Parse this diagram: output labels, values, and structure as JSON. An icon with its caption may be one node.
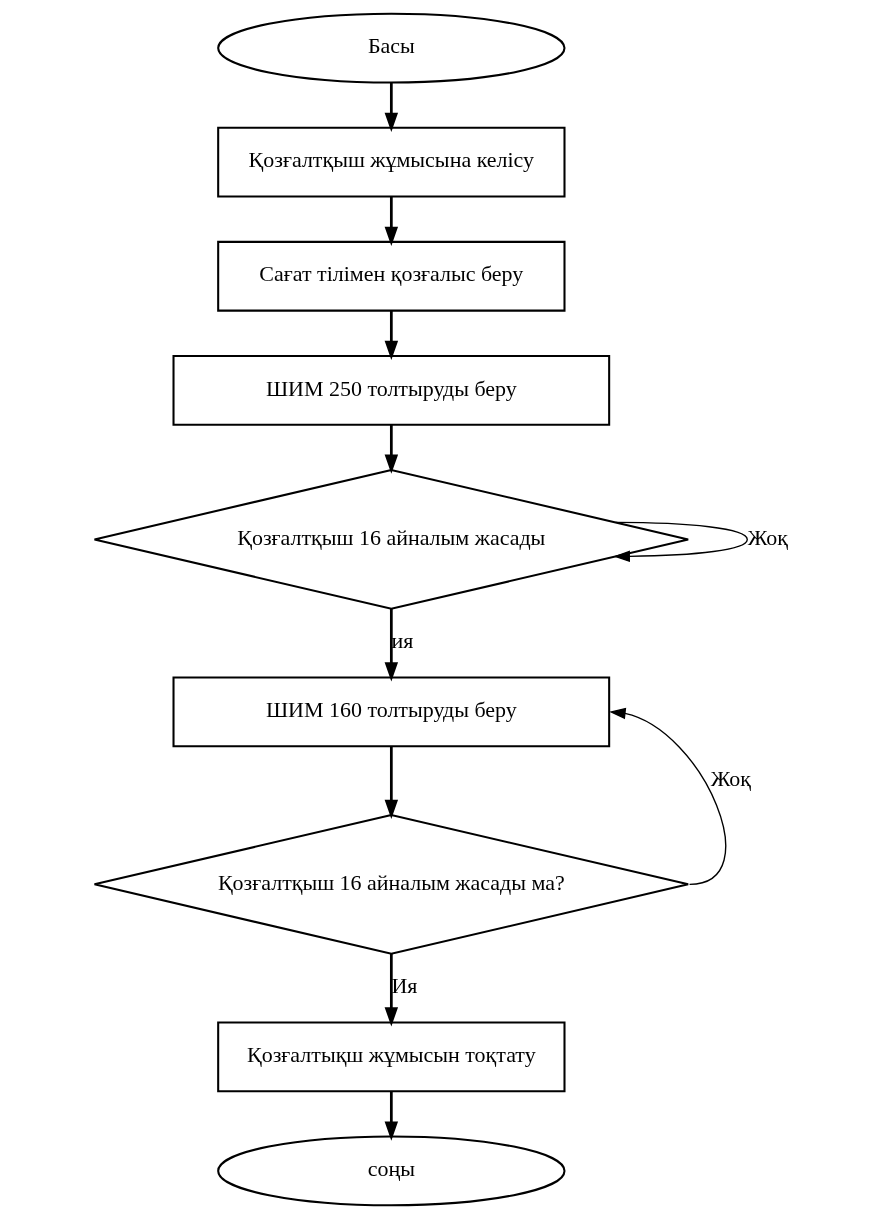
{
  "diagram": {
    "nodes": [
      {
        "text": [
          "Басы"
        ]
      },
      {
        "text": [
          "Қозғалтқыш жұмысына келісу"
        ]
      },
      {
        "text": [
          "Сағат тілімен қозғалыс беру"
        ]
      },
      {
        "text": [
          "ШИМ 250 толтыруды беру"
        ]
      },
      {
        "text": [
          "Қозғалтқыш 16 айналым жасады"
        ]
      },
      {
        "text": [
          "ШИМ 160 толтыруды беру"
        ]
      },
      {
        "text": [
          "Қозғалтқыш 16 айналым жасады ма?"
        ]
      },
      {
        "text": [
          "Қозғалтықш жұмысын тоқтату"
        ]
      },
      {
        "text": [
          "соңы"
        ]
      }
    ],
    "edges": [
      {
        "from": 0,
        "to": 1,
        "arrow": "to"
      },
      {
        "from": 1,
        "to": 2,
        "arrow": "to"
      },
      {
        "from": 2,
        "to": 3,
        "arrow": "to"
      },
      {
        "from": 3,
        "to": 4,
        "arrow": "to"
      },
      {
        "from": 4,
        "to": 4,
        "arrow": "to",
        "label": "Жоқ"
      },
      {
        "from": 4,
        "to": 5,
        "arrow": "to",
        "label": "ия"
      },
      {
        "from": 5,
        "to": 6,
        "arrow": "to"
      },
      {
        "from": 6,
        "to": 5,
        "arrow": "to",
        "label": "Жоқ"
      },
      {
        "from": 6,
        "to": 7,
        "arrow": "to",
        "label": "Ия"
      },
      {
        "from": 7,
        "to": 8,
        "arrow": "to"
      }
    ]
  }
}
